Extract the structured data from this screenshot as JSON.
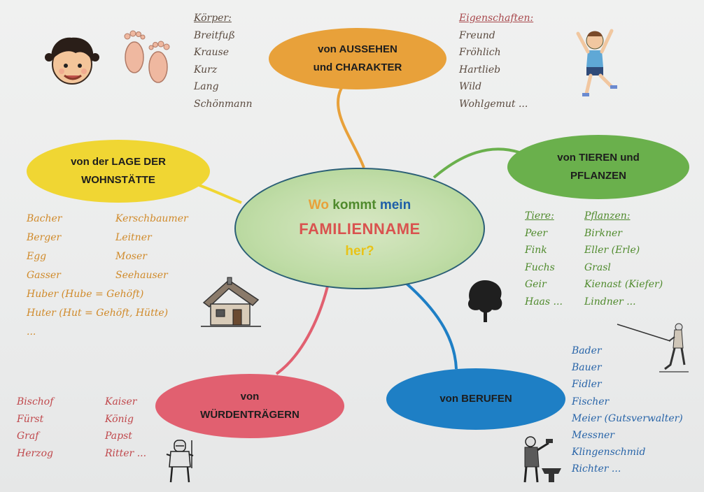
{
  "colors": {
    "orange": "#e8a13a",
    "yellow": "#f0d633",
    "green": "#6ab04c",
    "blue": "#1e7fc5",
    "red": "#e16070",
    "center_green": "#bfdca6",
    "text_orange": "#d08a2a",
    "text_green": "#4f8a2c",
    "text_blue": "#2864a8",
    "text_red": "#c0484c"
  },
  "center": {
    "word_wo": "Wo",
    "word_kommt": "kommt",
    "word_mein": "mein",
    "line2": "FAMILIENNAME",
    "line3": "her?"
  },
  "bubbles": {
    "aussehen": {
      "line1": "von AUSSEHEN",
      "line2": "und CHARAKTER"
    },
    "lage": {
      "line1": "von der LAGE DER",
      "line2": "WOHNSTÄTTE"
    },
    "tieren": {
      "line1": "von TIEREN und",
      "line2": "PFLANZEN"
    },
    "berufen": {
      "line1": "von BERUFEN"
    },
    "wuerden": {
      "line1": "von",
      "line2": "WÜRDENTRÄGERN"
    }
  },
  "koerper": {
    "heading": "Körper:",
    "items": [
      "Breitfuß",
      "Krause",
      "Kurz",
      "Lang",
      "Schönmann"
    ]
  },
  "eigenschaften": {
    "heading": "Eigenschaften:",
    "items": [
      "Freund",
      "Fröhlich",
      "Hartlieb",
      "Wild",
      "Wohlgemut ..."
    ]
  },
  "lage_list": {
    "col1": [
      "Bacher",
      "Berger",
      "Egg",
      "Gasser"
    ],
    "col2": [
      "Kerschbaumer",
      "Leitner",
      "Moser",
      "Seehauser"
    ],
    "wide": [
      "Huber (Hube = Gehöft)",
      "Huter (Hut = Gehöft, Hütte)",
      "..."
    ]
  },
  "tiere": {
    "heading": "Tiere:",
    "items": [
      "Peer",
      "Fink",
      "Fuchs",
      "Geir",
      "Haas ..."
    ]
  },
  "pflanzen": {
    "heading": "Pflanzen:",
    "items": [
      "Birkner",
      "Eller (Erle)",
      "Grasl",
      "Kienast (Kiefer)",
      "Lindner ..."
    ]
  },
  "berufe": {
    "items": [
      "Bader",
      "Bauer",
      "Fidler",
      "Fischer",
      "Meier (Gutsverwalter)",
      "Messner",
      "Klingenschmid",
      "Richter ..."
    ]
  },
  "wuerden_list": {
    "col1": [
      "Bischof",
      "Fürst",
      "Graf",
      "Herzog"
    ],
    "col2": [
      "Kaiser",
      "König",
      "Papst",
      "Ritter ..."
    ]
  },
  "icons": [
    "child-face-icon",
    "footprints-icon",
    "jumping-child-icon",
    "house-icon",
    "tree-icon",
    "fisherman-icon",
    "knight-icon",
    "blacksmith-icon"
  ]
}
